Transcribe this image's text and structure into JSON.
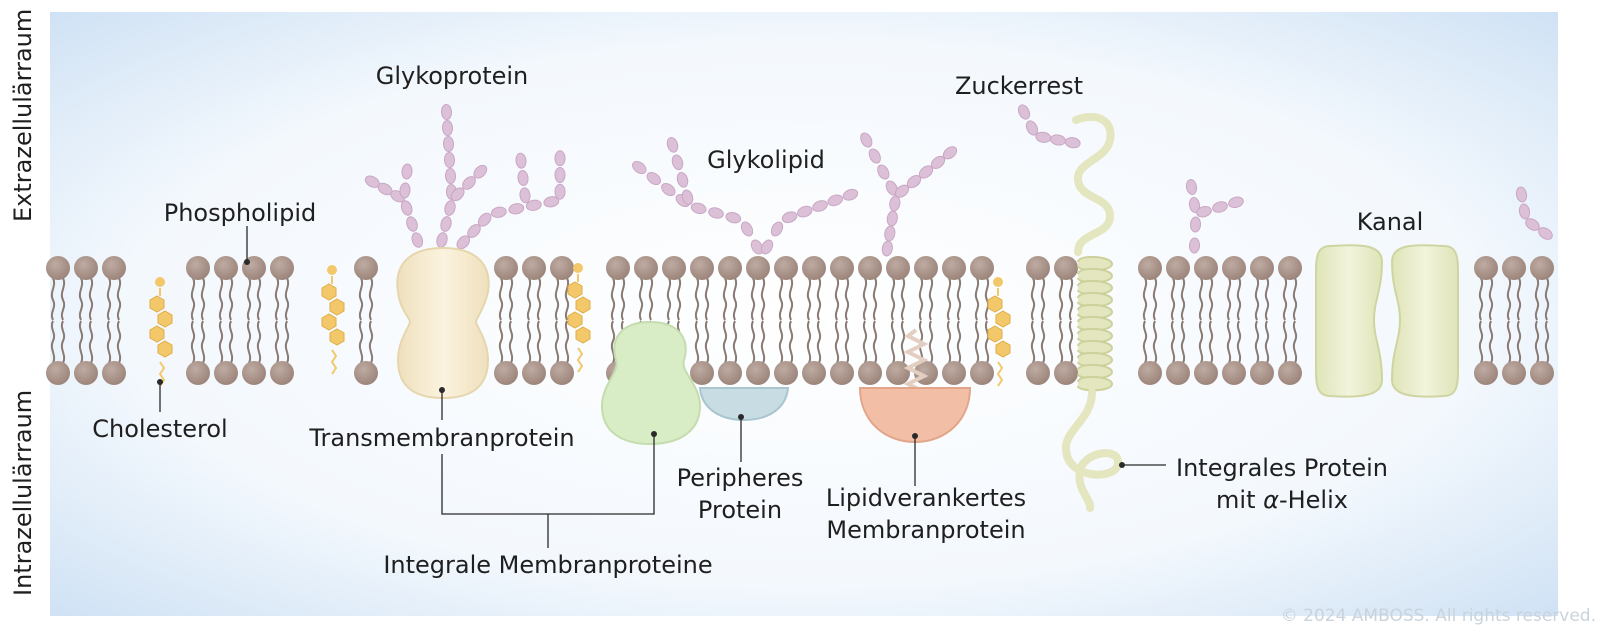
{
  "regions": {
    "extracellular": "Extrazellulärraum",
    "intracellular": "Intrazellulärraum"
  },
  "labels": {
    "glycoprotein": "Glykoprotein",
    "phospholipid": "Phospholipid",
    "glycolipid": "Glykolipid",
    "sugar_residue": "Zuckerrest",
    "channel": "Kanal",
    "cholesterol": "Cholesterol",
    "transmembrane_protein": "Transmembranprotein",
    "peripheral_protein_1": "Peripheres",
    "peripheral_protein_2": "Protein",
    "lipid_anchored_1": "Lipidverankertes",
    "lipid_anchored_2": "Membranprotein",
    "integral_helix_1": "Integrales Protein",
    "integral_helix_2_pre": "mit ",
    "integral_helix_2_alpha": "α",
    "integral_helix_2_post": "-Helix",
    "integral_membrane_proteins": "Integrale Membranproteine"
  },
  "copyright": "© 2024 AMBOSS. All rights reserved.",
  "colors": {
    "background_edge": "#cfe2f5",
    "background_center": "#ffffff",
    "lipid_head": "#a68f86",
    "lipid_tail": "#8a7a74",
    "sugar": "#dcc0d8",
    "cholesterol": "#f2c86a",
    "transmembrane_protein": "#f6ebcf",
    "integral_green": "#d8ecc6",
    "peripheral_protein": "#c8dde3",
    "lipid_anchored_protein": "#f2bfa6",
    "helix": "#e3e6bf",
    "channel": "#e8ecc6"
  }
}
